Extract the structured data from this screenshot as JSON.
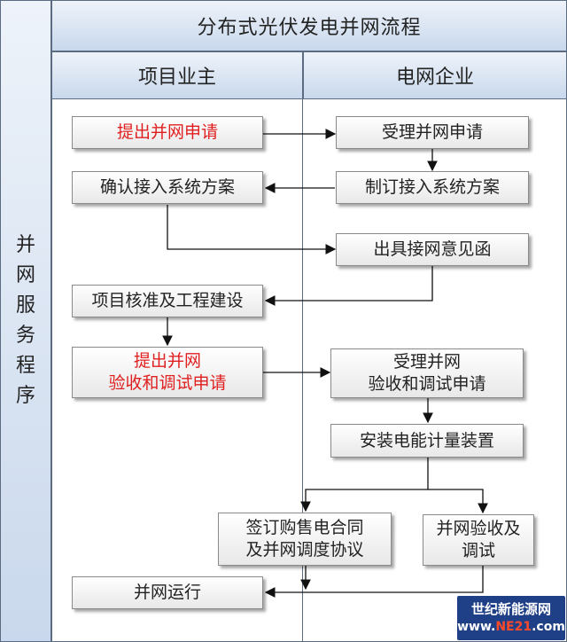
{
  "title": "分布式光伏发电并网流程",
  "side_label": [
    "并",
    "网",
    "服",
    "务",
    "程",
    "序"
  ],
  "columns": {
    "left": "项目业主",
    "right": "电网企业"
  },
  "boxes": {
    "submit_application": "提出并网申请",
    "accept_application": "受理并网申请",
    "confirm_scheme": "确认接入系统方案",
    "formulate_scheme": "制订接入系统方案",
    "issue_opinion": "出具接网意见函",
    "project_approval": "项目核准及工程建设",
    "submit_acceptance": [
      "提出并网",
      "验收和调试申请"
    ],
    "accept_acceptance": [
      "受理并网",
      "验收和调试申请"
    ],
    "install_meter": "安装电能计量装置",
    "sign_contract": [
      "签订购售电合同",
      "及并网调度协议"
    ],
    "grid_acceptance": [
      "并网验收及",
      "调试"
    ],
    "grid_operation": "并网运行"
  },
  "watermark": {
    "line1": "世纪新能源网",
    "line2_prefix": "www.",
    "line2_mid": "NE21",
    "line2_suffix": ".com"
  },
  "colors": {
    "highlight_text": "#e02020",
    "header_bg": "#c9d8ec",
    "watermark_bg": "#1f3f86"
  }
}
